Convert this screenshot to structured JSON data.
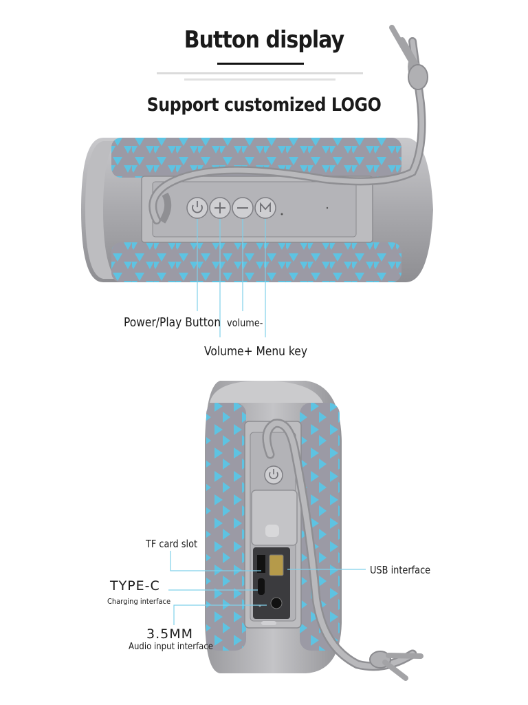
{
  "header": {
    "title": "Button display",
    "subtitle": "Support customized LOGO"
  },
  "top_speaker": {
    "labels": {
      "power_play": "Power/Play Button",
      "volume_minus": "volume-",
      "volume_plus_menu": "Volume+ Menu key"
    }
  },
  "bottom_speaker": {
    "labels": {
      "tf_card": "TF card slot",
      "type_c": "TYPE-C",
      "charging": "Charging interface",
      "usb": "USB interface",
      "mm": "3.5MM",
      "audio_input": "Audio input interface"
    }
  },
  "colors": {
    "body_gray": "#a8a8ab",
    "fabric_gray": "#9a99a3",
    "fabric_blue": "#5ec3e2",
    "leader_line": "#7fd0ea"
  }
}
